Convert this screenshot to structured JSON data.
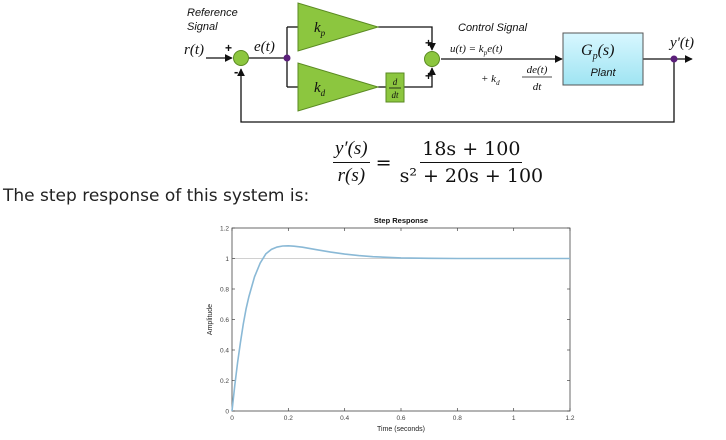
{
  "diagram": {
    "reference_label_1": "Reference",
    "reference_label_2": "Signal",
    "input_label": "r(t)",
    "error_label": "e(t)",
    "plus_sign": "+",
    "minus_sign": "-",
    "kp_label": "k",
    "kp_sub": "p",
    "kd_label": "k",
    "kd_sub": "d",
    "deriv_num": "d",
    "deriv_den": "dt",
    "control_signal_label": "Control Signal",
    "control_eq_line1": "u(t) = k",
    "control_eq_line1_sub": "p",
    "control_eq_line1_tail": "e(t)",
    "control_eq_line2_prefix": "+ k",
    "control_eq_line2_sub": "d",
    "control_eq_line2_num": "de(t)",
    "control_eq_line2_den": "dt",
    "plant_tf": "G",
    "plant_tf_sub": "p",
    "plant_tf_tail": "(s)",
    "plant_label": "Plant",
    "output_label": "y'(t)"
  },
  "transfer_function": {
    "lhs_num": "y′(s)",
    "lhs_den": "r(s)",
    "equals": "=",
    "rhs_num": "18s + 100",
    "rhs_den": "s² + 20s + 100"
  },
  "step_text": "The step response of this system is:",
  "chart_data": {
    "type": "line",
    "title": "Step Response",
    "xlabel": "Time (seconds)",
    "ylabel": "Amplitude",
    "xlim": [
      0,
      1.2
    ],
    "ylim": [
      0,
      1.2
    ],
    "xticks": [
      0,
      0.2,
      0.4,
      0.6,
      0.8,
      1,
      1.2
    ],
    "yticks": [
      0,
      0.2,
      0.4,
      0.6,
      0.8,
      1,
      1.2
    ],
    "xtick_labels": [
      "0",
      "0.2",
      "0.4",
      "0.6",
      "0.8",
      "1",
      "1.2"
    ],
    "ytick_labels": [
      "0",
      "0.2",
      "0.4",
      "0.6",
      "0.8",
      "1",
      "1.2"
    ],
    "grid": false,
    "series": [
      {
        "color": "#8ab9d6",
        "x": [
          0,
          0.01,
          0.02,
          0.03,
          0.04,
          0.05,
          0.06,
          0.08,
          0.1,
          0.12,
          0.14,
          0.16,
          0.18,
          0.2,
          0.22,
          0.25,
          0.3,
          0.35,
          0.4,
          0.45,
          0.5,
          0.6,
          0.7,
          0.8,
          0.9,
          1.0,
          1.1,
          1.2
        ],
        "y": [
          0,
          0.17,
          0.32,
          0.45,
          0.57,
          0.67,
          0.75,
          0.88,
          0.97,
          1.03,
          1.06,
          1.075,
          1.082,
          1.083,
          1.081,
          1.074,
          1.058,
          1.042,
          1.029,
          1.019,
          1.012,
          1.004,
          1.001,
          1.0,
          1.0,
          1.0,
          1.0,
          1.0
        ]
      }
    ],
    "reference_line": {
      "y": 1.0,
      "color": "#d0d0d0"
    }
  }
}
